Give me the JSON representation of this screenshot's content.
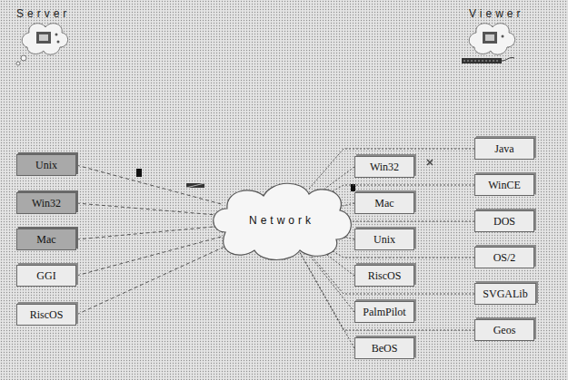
{
  "diagram": {
    "nodes": [
      {
        "text": [
          "Unix"
        ]
      },
      {
        "text": [
          "Win32"
        ]
      },
      {
        "text": [
          "Mac"
        ]
      },
      {
        "text": [
          "GGI"
        ]
      },
      {
        "text": [
          "RiscOS"
        ]
      },
      {
        "text": [
          "Network"
        ]
      },
      {
        "text": [
          "Win32"
        ]
      },
      {
        "text": [
          "Java"
        ]
      },
      {
        "text": [
          "Mac"
        ]
      },
      {
        "text": [
          "WinCE"
        ]
      },
      {
        "text": [
          "Unix"
        ]
      },
      {
        "text": [
          "DOS"
        ]
      },
      {
        "text": [
          "RiscOS"
        ]
      },
      {
        "text": [
          "OS/2"
        ]
      },
      {
        "text": [
          "PalmPilot"
        ]
      },
      {
        "text": [
          "SVGALib"
        ]
      },
      {
        "text": [
          "BeOS"
        ]
      },
      {
        "text": [
          "Geos"
        ]
      }
    ],
    "edges": [
      {
        "from": 0,
        "to": 5,
        "arrow": "none"
      },
      {
        "from": 1,
        "to": 5,
        "arrow": "none"
      },
      {
        "from": 2,
        "to": 5,
        "arrow": "none"
      },
      {
        "from": 3,
        "to": 5,
        "arrow": "none"
      },
      {
        "from": 4,
        "to": 5,
        "arrow": "none"
      },
      {
        "from": 6,
        "to": 5,
        "arrow": "none"
      },
      {
        "from": 7,
        "to": 5,
        "arrow": "none"
      },
      {
        "from": 8,
        "to": 5,
        "arrow": "none"
      },
      {
        "from": 9,
        "to": 5,
        "arrow": "none"
      },
      {
        "from": 10,
        "to": 5,
        "arrow": "none"
      },
      {
        "from": 11,
        "to": 5,
        "arrow": "none"
      },
      {
        "from": 12,
        "to": 5,
        "arrow": "none"
      },
      {
        "from": 13,
        "to": 5,
        "arrow": "none"
      },
      {
        "from": 14,
        "to": 5,
        "arrow": "none"
      },
      {
        "from": 15,
        "to": 5,
        "arrow": "none"
      },
      {
        "from": 16,
        "to": 5,
        "arrow": "none"
      },
      {
        "from": 17,
        "to": 5,
        "arrow": "none"
      }
    ],
    "labels": [
      "Server",
      "Viewer"
    ]
  }
}
